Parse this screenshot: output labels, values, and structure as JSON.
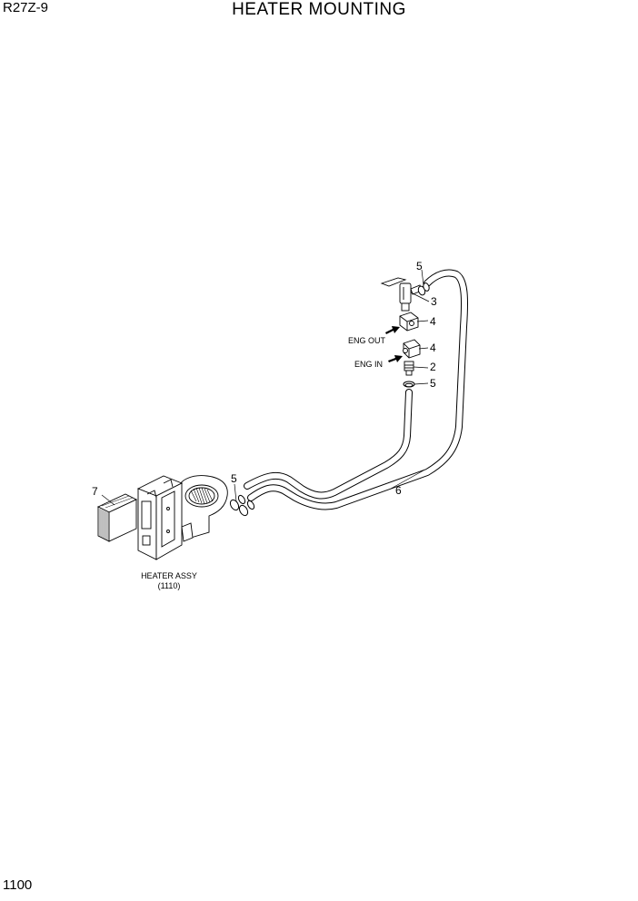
{
  "header": {
    "model": "R27Z-9",
    "title": "HEATER MOUNTING"
  },
  "footer": {
    "page_number": "1100"
  },
  "diagram": {
    "callouts": {
      "c5_top": "5",
      "c3": "3",
      "c4_top": "4",
      "c4_bottom": "4",
      "c2": "2",
      "c5_mid": "5",
      "c5_left": "5",
      "c6": "6",
      "c7": "7"
    },
    "labels": {
      "eng_out": "ENG OUT",
      "eng_in": "ENG IN",
      "heater_assy": "HEATER ASSY",
      "heater_ref": "(1110)"
    }
  }
}
